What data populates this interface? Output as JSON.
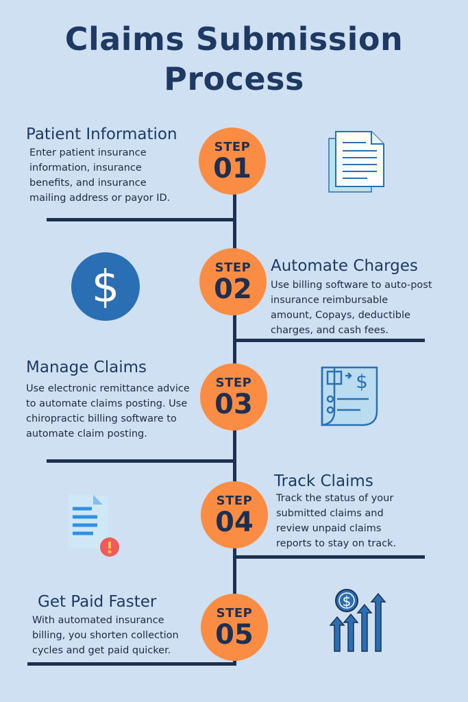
{
  "title": {
    "line1": "Claims Submission",
    "line2": "Process"
  },
  "step_label": "STEP",
  "steps": [
    {
      "number": "01",
      "heading": "Patient Information",
      "body": "Enter patient insurance information, insurance benefits, and insurance mailing address or payor ID.",
      "icon": "document-icon"
    },
    {
      "number": "02",
      "heading": "Automate Charges",
      "body": "Use billing software to auto-post insurance reimbursable amount, Copays, deductible charges, and cash fees.",
      "icon": "dollar-coin-icon"
    },
    {
      "number": "03",
      "heading": "Manage Claims",
      "body": "Use electronic remittance advice to automate claims posting. Use chiropractic billing software to automate claim posting.",
      "icon": "invoice-icon"
    },
    {
      "number": "04",
      "heading": "Track Claims",
      "body": "Track the status of your submitted claims and review unpaid claims reports to stay on track.",
      "icon": "document-alert-icon"
    },
    {
      "number": "05",
      "heading": "Get Paid Faster",
      "body": "With automated insurance billing, you shorten collection cycles and get paid quicker.",
      "icon": "growth-arrows-icon"
    }
  ],
  "colors": {
    "background": "#cfe0f3",
    "accent": "#fb8c44",
    "navy": "#1e3052",
    "heading": "#1e3a63",
    "icon_blue": "#2a6fb3"
  }
}
